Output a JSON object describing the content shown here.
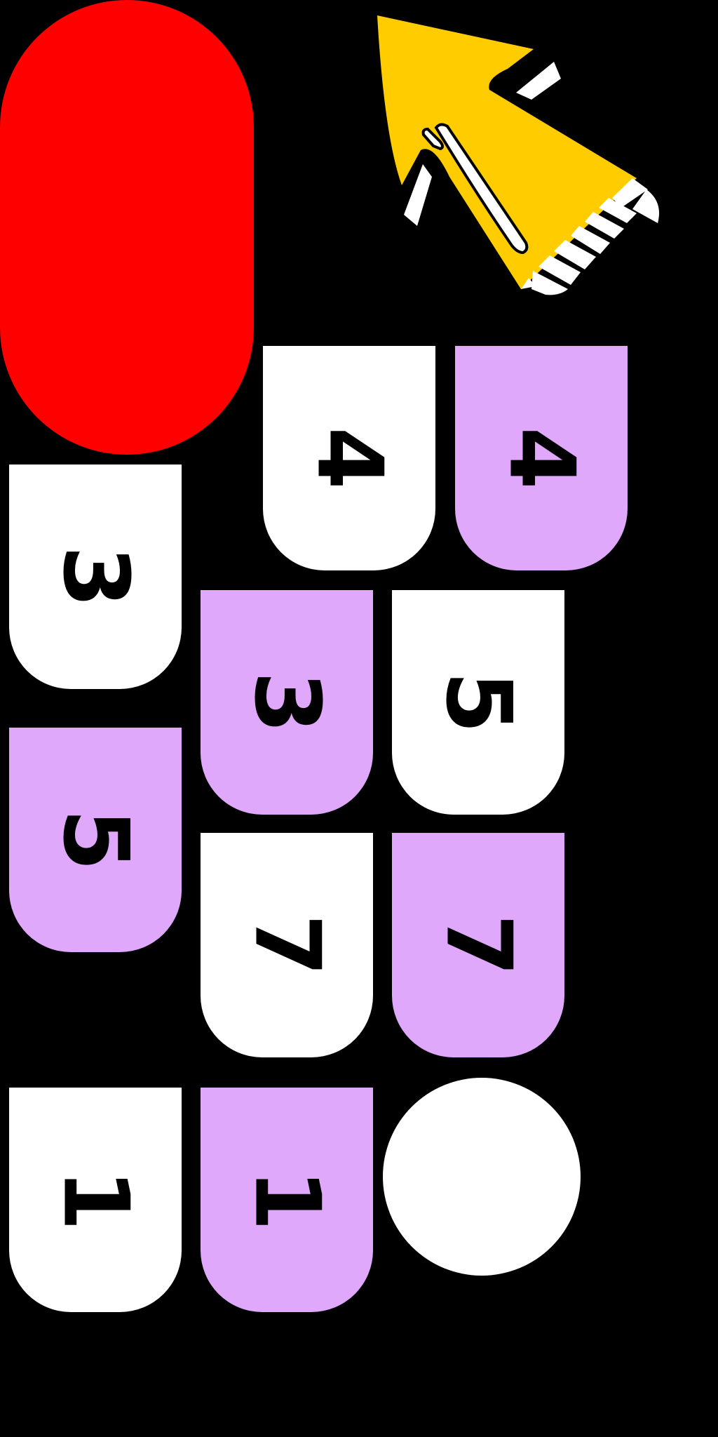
{
  "colors": {
    "background": "#000000",
    "tile_white": "#ffffff",
    "tile_lilac": "#dfa8fb",
    "pill": "#ff0000",
    "dot": "#ffffff",
    "cone": "#ffcc00",
    "cone_stripes": "#ffffff",
    "ink": "#000000"
  },
  "decor": {
    "pill": "red-pill-shape",
    "cone": "yellow-cone-icon",
    "dot": "white-circle"
  },
  "tiles": [
    {
      "number": "4",
      "color": "white"
    },
    {
      "number": "4",
      "color": "lilac"
    },
    {
      "number": "3",
      "color": "white"
    },
    {
      "number": "3",
      "color": "lilac"
    },
    {
      "number": "5",
      "color": "white"
    },
    {
      "number": "5",
      "color": "lilac"
    },
    {
      "number": "7",
      "color": "white"
    },
    {
      "number": "7",
      "color": "lilac"
    },
    {
      "number": "1",
      "color": "white"
    },
    {
      "number": "1",
      "color": "lilac"
    }
  ]
}
